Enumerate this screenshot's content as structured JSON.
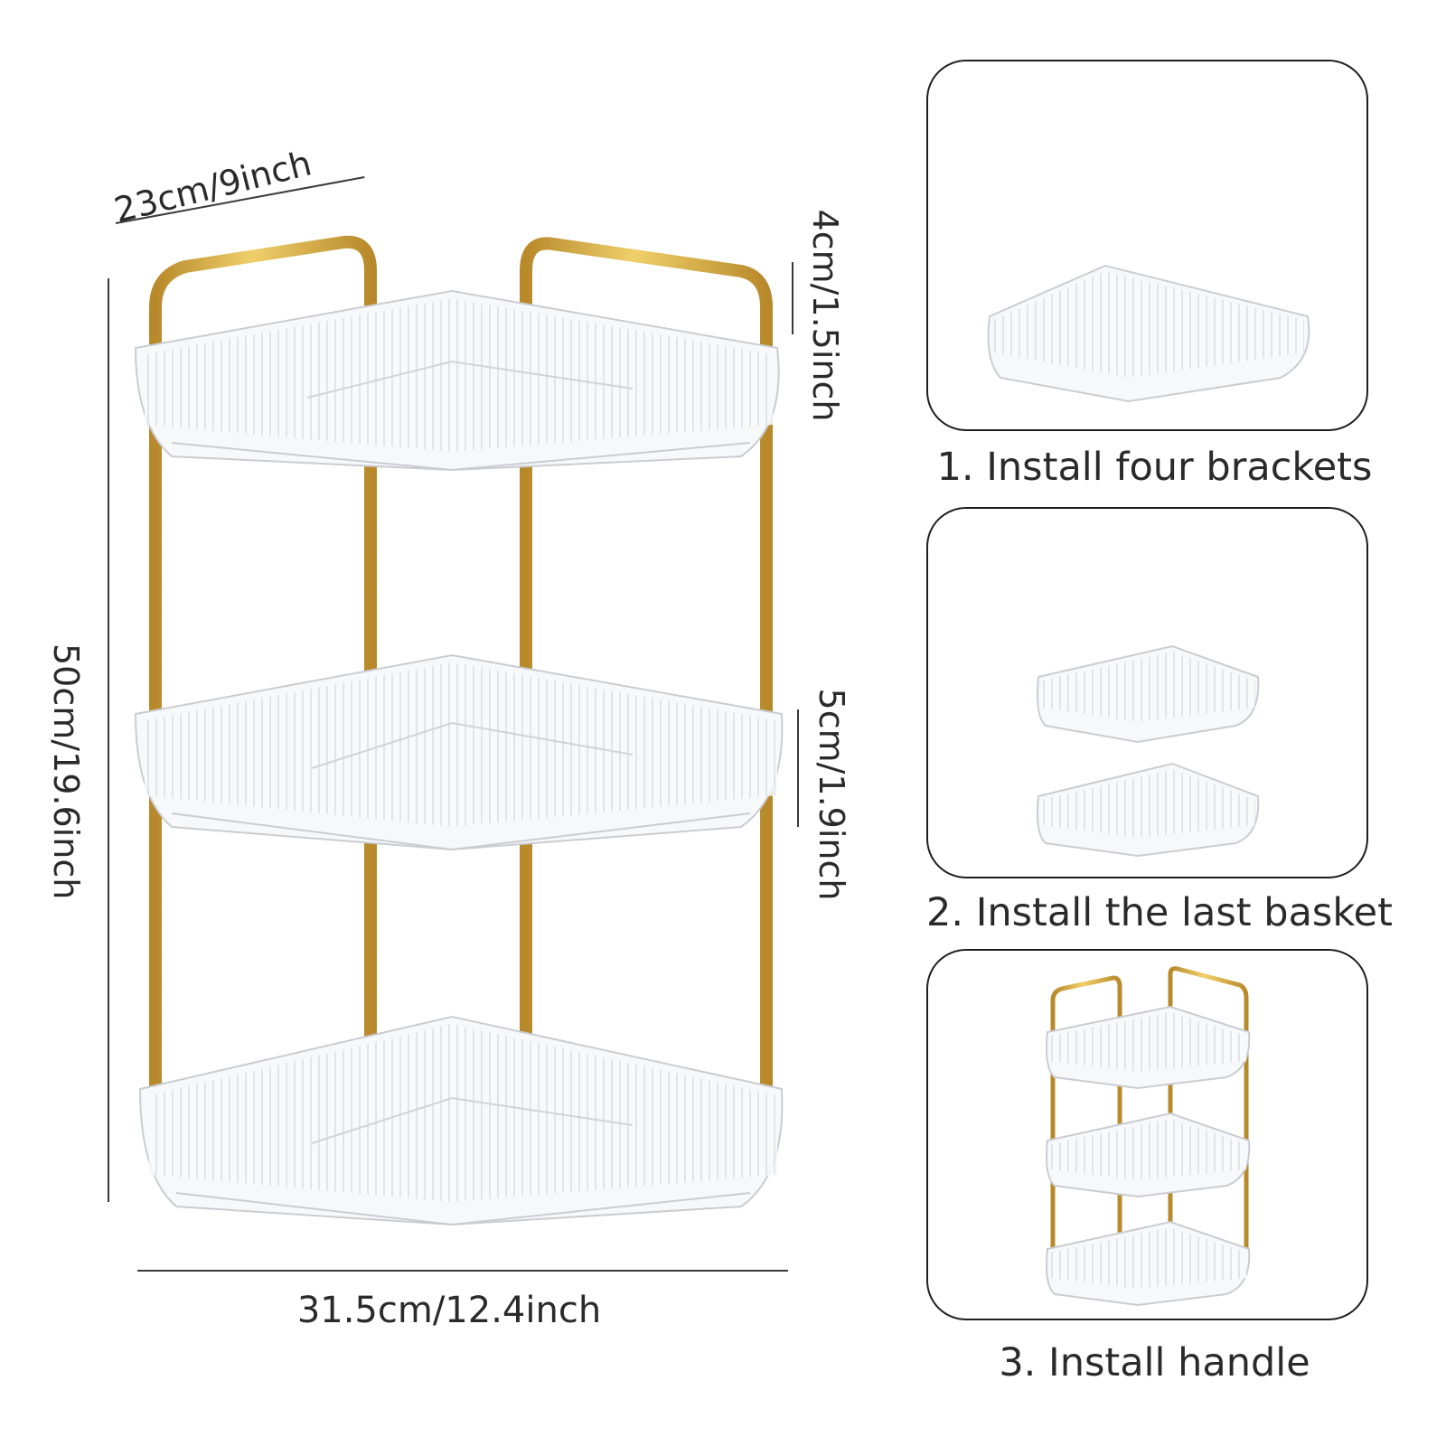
{
  "dimensions": {
    "depth_label": "23cm/9inch",
    "height_label": "50cm/19.6inch",
    "width_label": "31.5cm/12.4inch",
    "handle_height_label": "4cm/1.5inch",
    "basket_height_label": "5cm/1.9inch"
  },
  "steps": [
    {
      "label": "1. Install four brackets"
    },
    {
      "label": "2. Install the last basket"
    },
    {
      "label": "3. Install handle"
    }
  ],
  "colors": {
    "gold": "#d4a838",
    "gold_dark": "#b8892a",
    "acrylic_edge": "#c9cdd2",
    "acrylic_fill": "#f7f8fa"
  }
}
